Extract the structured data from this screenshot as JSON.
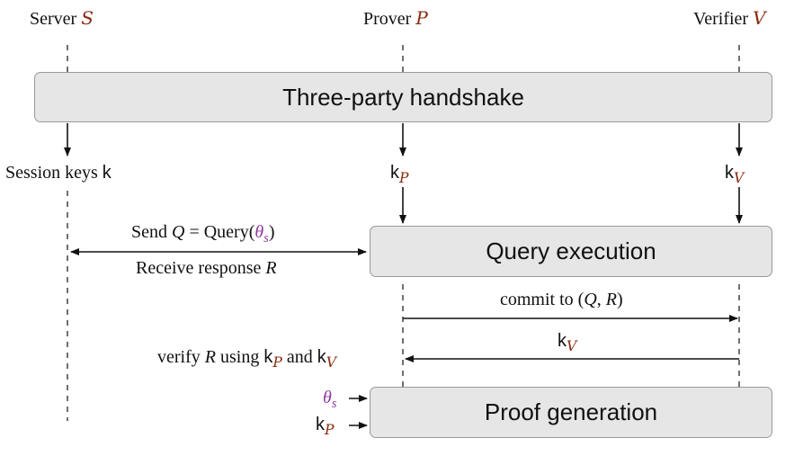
{
  "colors": {
    "party_symbol": "#8a2a0e",
    "theta": "#8e3a9e",
    "box_fill": "#e6e6e6",
    "box_stroke": "#9a9a9a",
    "ink": "#111111"
  },
  "parties": {
    "server": {
      "name": "Server",
      "symbol": "S"
    },
    "prover": {
      "name": "Prover",
      "symbol": "P"
    },
    "verifier": {
      "name": "Verifier",
      "symbol": "V"
    }
  },
  "boxes": {
    "handshake": "Three-party handshake",
    "query": "Query execution",
    "proof": "Proof generation"
  },
  "keys": {
    "session_text": "Session keys",
    "k": "k",
    "p_sub": "P",
    "v_sub": "V"
  },
  "messages": {
    "send": {
      "prefix": "Send",
      "q": "Q",
      "eq": " = Query(",
      "theta": "θ",
      "theta_sub": "s",
      "close": ")"
    },
    "receive": {
      "text": "Receive response",
      "r": "R"
    },
    "commit": {
      "prefix": "commit to (",
      "q": "Q",
      "comma": ", ",
      "r": "R",
      "close": ")"
    },
    "verify": {
      "prefix": "verify",
      "r": "R",
      "using": "using",
      "and": "and"
    }
  },
  "inputs": {
    "theta": "θ",
    "theta_sub": "s"
  }
}
